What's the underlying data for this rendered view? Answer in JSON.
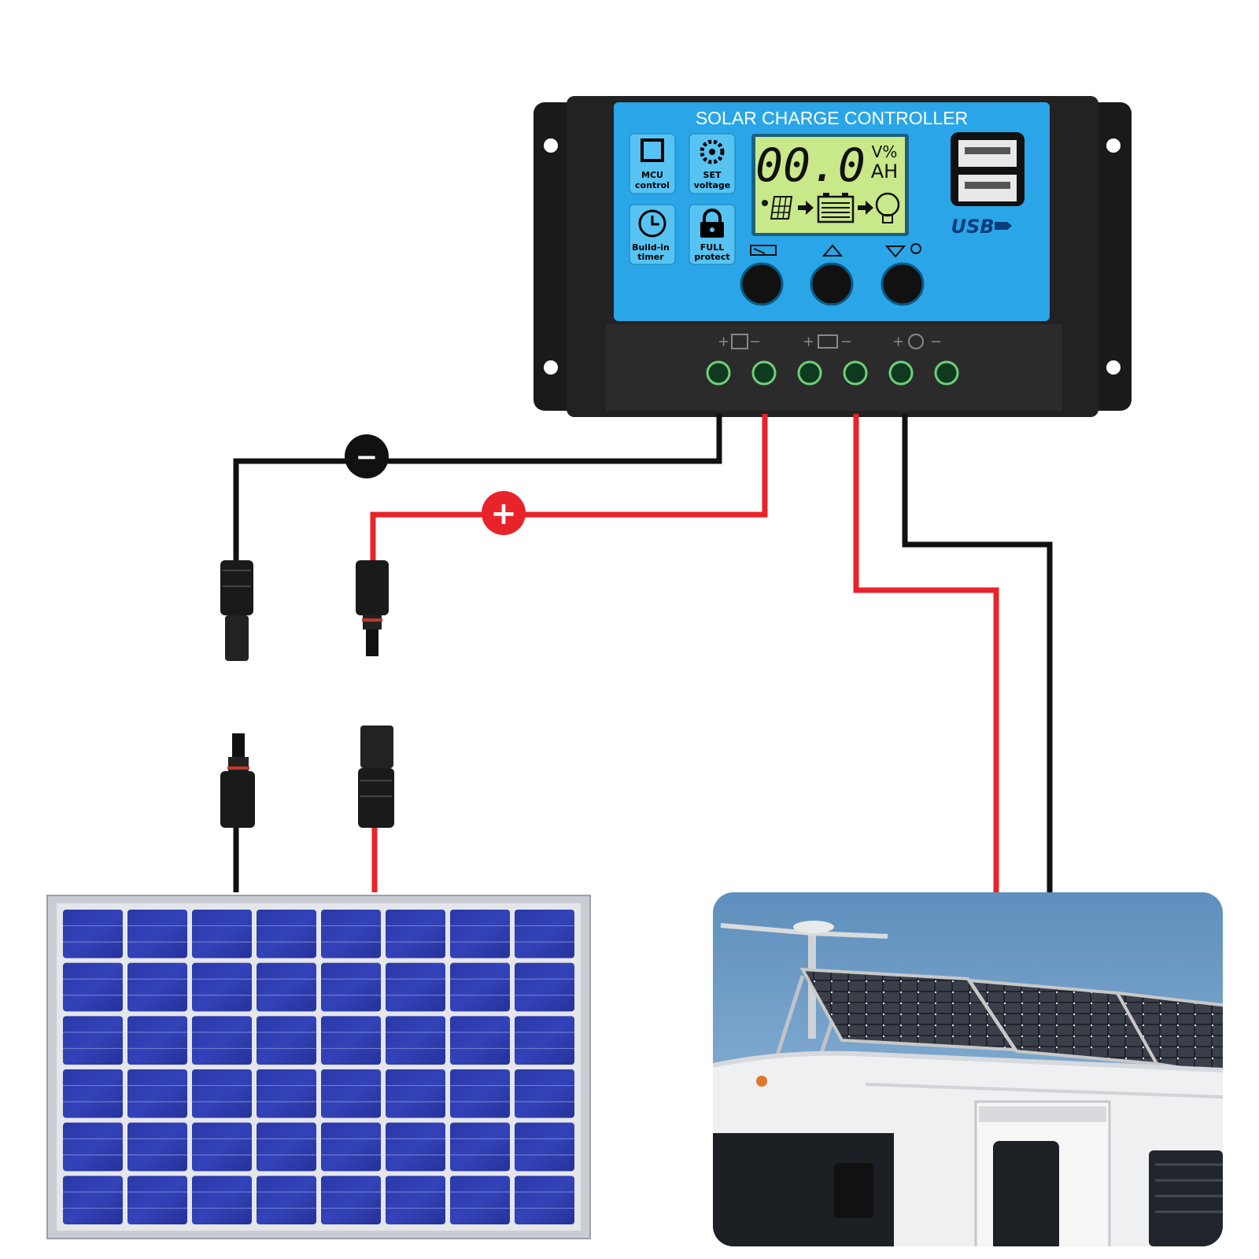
{
  "controller": {
    "title": "SOLAR CHARGE CONTROLLER",
    "features": [
      {
        "label_line1": "MCU",
        "label_line2": "control",
        "icon": "chip-icon"
      },
      {
        "label_line1": "SET",
        "label_line2": "voltage",
        "icon": "gear-icon"
      },
      {
        "label_line1": "Build-in",
        "label_line2": "timer",
        "icon": "clock-icon"
      },
      {
        "label_line1": "FULL",
        "label_line2": "protect",
        "icon": "lock-icon"
      }
    ],
    "lcd": {
      "value": "00.0",
      "unit_top": "V%",
      "unit_bottom": "AH",
      "flow_icons": [
        "solar-panel-icon",
        "arrow-right-icon",
        "battery-icon",
        "arrow-right-icon",
        "bulb-icon"
      ]
    },
    "usb_label": "USB",
    "button_icons": [
      "menu-icon",
      "up-arrow-icon",
      "down-arrow-bulb-icon"
    ],
    "terminal_groups": [
      "solar-panel-terminal-icon",
      "battery-terminal-icon",
      "load-terminal-icon"
    ],
    "colors": {
      "panel_blue": "#2aa6e8",
      "body_black": "#1c1c1c",
      "lcd_green": "#c8e88a",
      "wire_red": "#e8232a",
      "wire_black": "#111111"
    }
  },
  "wiring": {
    "negative_symbol": "−",
    "positive_symbol": "+"
  }
}
